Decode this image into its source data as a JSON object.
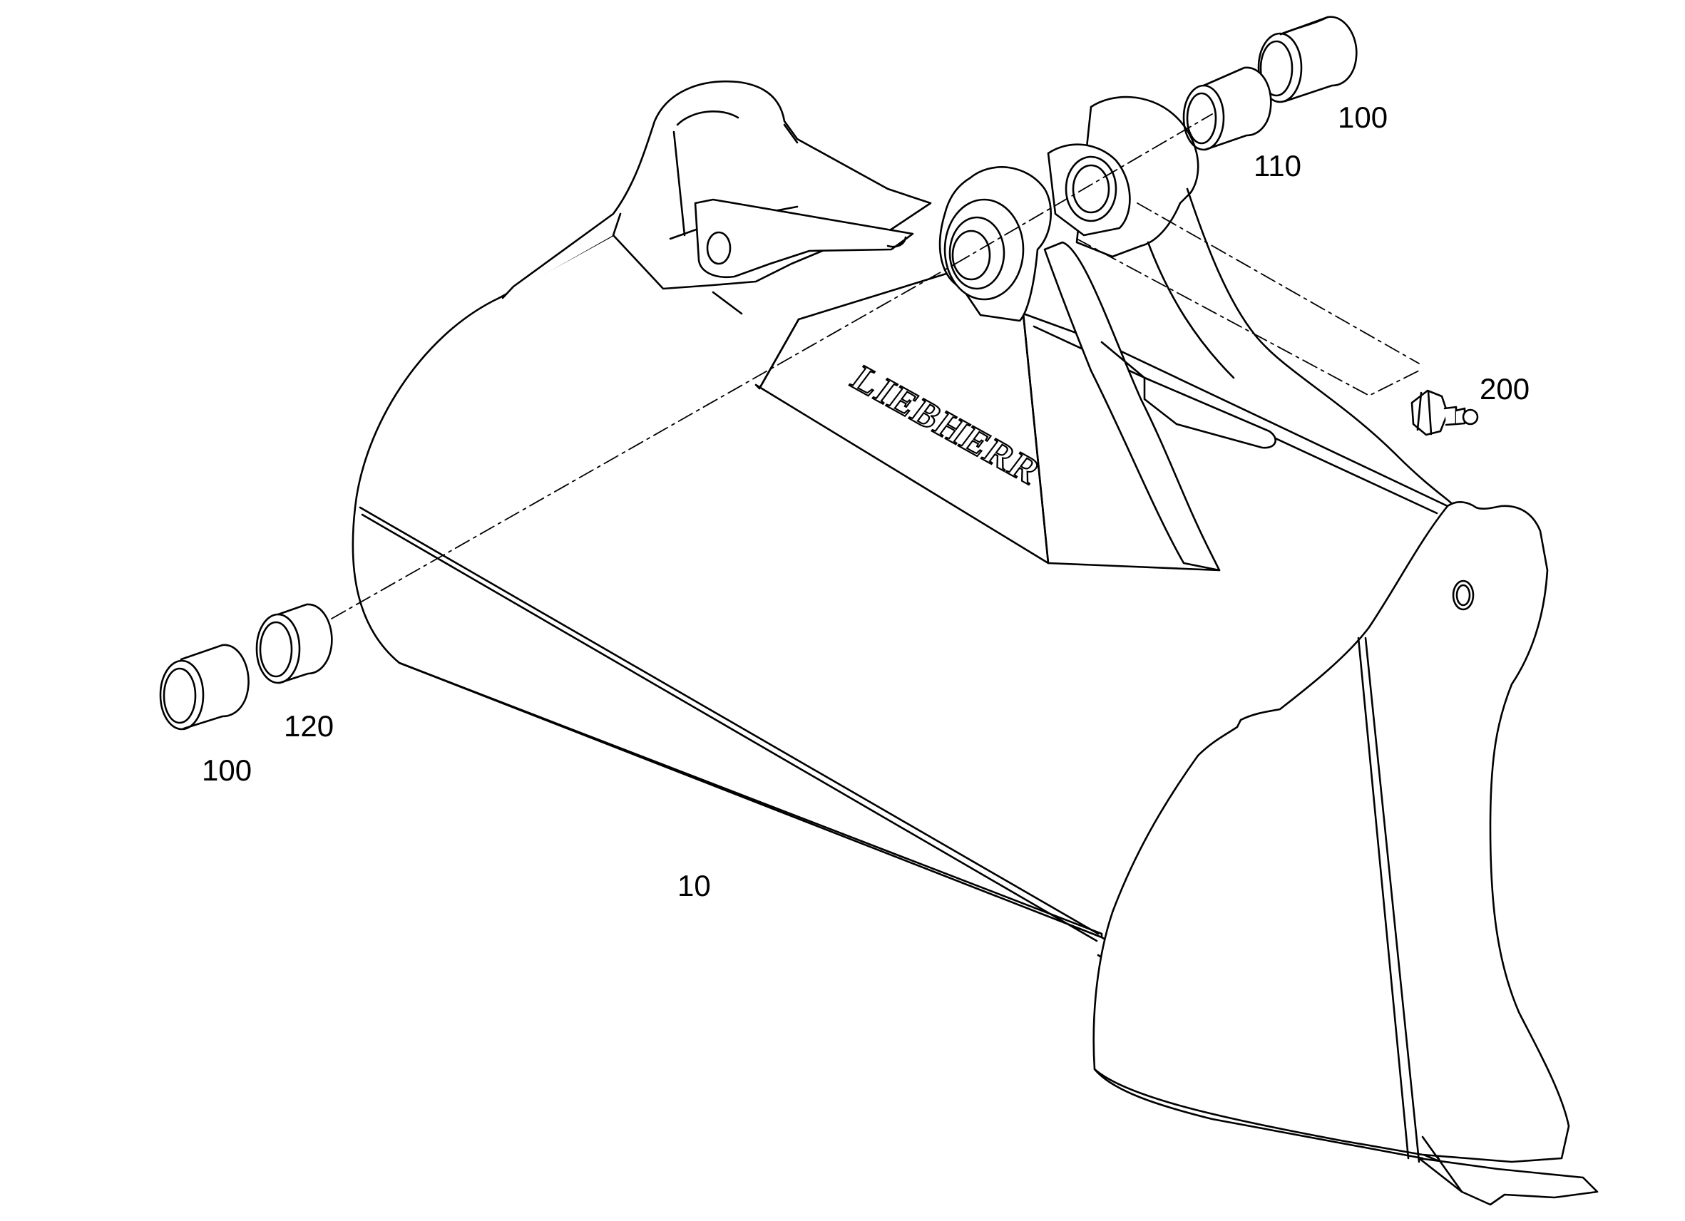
{
  "drawing": {
    "brand_logo": "LIEBHERR",
    "callouts": {
      "bushing_top": "100",
      "ring_top": "110",
      "grease_nipple": "200",
      "bushing_left": "100",
      "ring_left": "120",
      "bucket": "10"
    }
  }
}
